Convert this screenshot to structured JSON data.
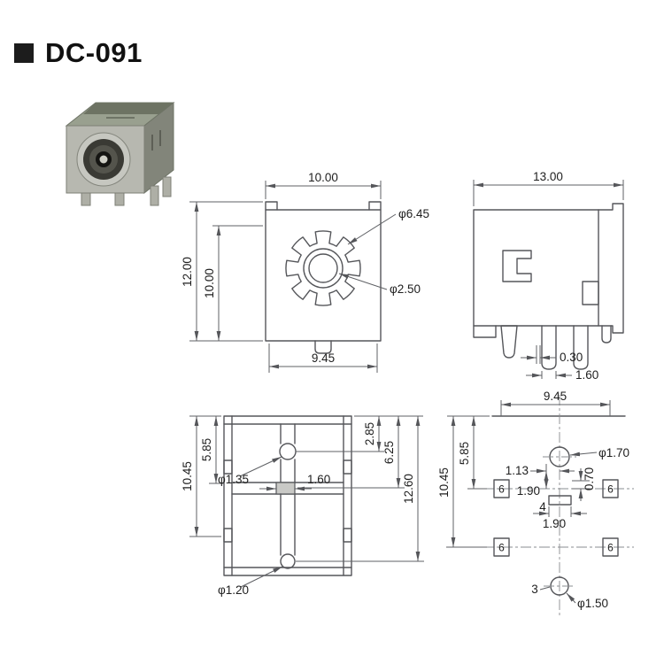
{
  "header": {
    "title": "DC-091"
  },
  "front_view": {
    "dim_width_top": "10.00",
    "dim_height_outer": "12.00",
    "dim_height_inner": "10.00",
    "dia_gear": "φ6.45",
    "dia_bore": "φ2.50",
    "dim_width_bottom": "9.45"
  },
  "side_view": {
    "dim_width_top": "13.00",
    "dim_thickness": "0.30",
    "dim_pin_width": "1.60"
  },
  "bottom_view": {
    "dim_height_outer": "10.45",
    "dim_height_inner": "5.85",
    "dim_right_hole": "2.85",
    "dim_right_slot": "6.25",
    "dim_right_total": "12.60",
    "dia_hole_top": "φ1.35",
    "dim_slot_width": "1.60",
    "dia_hole_bottom": "φ1.20"
  },
  "pin_view": {
    "dim_width_top": "9.45",
    "dim_left_inner": "5.85",
    "dim_left_outer": "10.45",
    "dim_offset_x": "1.13",
    "dim_offset_y": "1.90",
    "dim_offset_small": "0.70",
    "dia_pin_top": "φ1.70",
    "dim_center_pad": "1.90",
    "pin_number_center": "4",
    "pin_number_bottom": "3",
    "dia_pin_bottom": "φ1.50",
    "pad_label": "6"
  }
}
